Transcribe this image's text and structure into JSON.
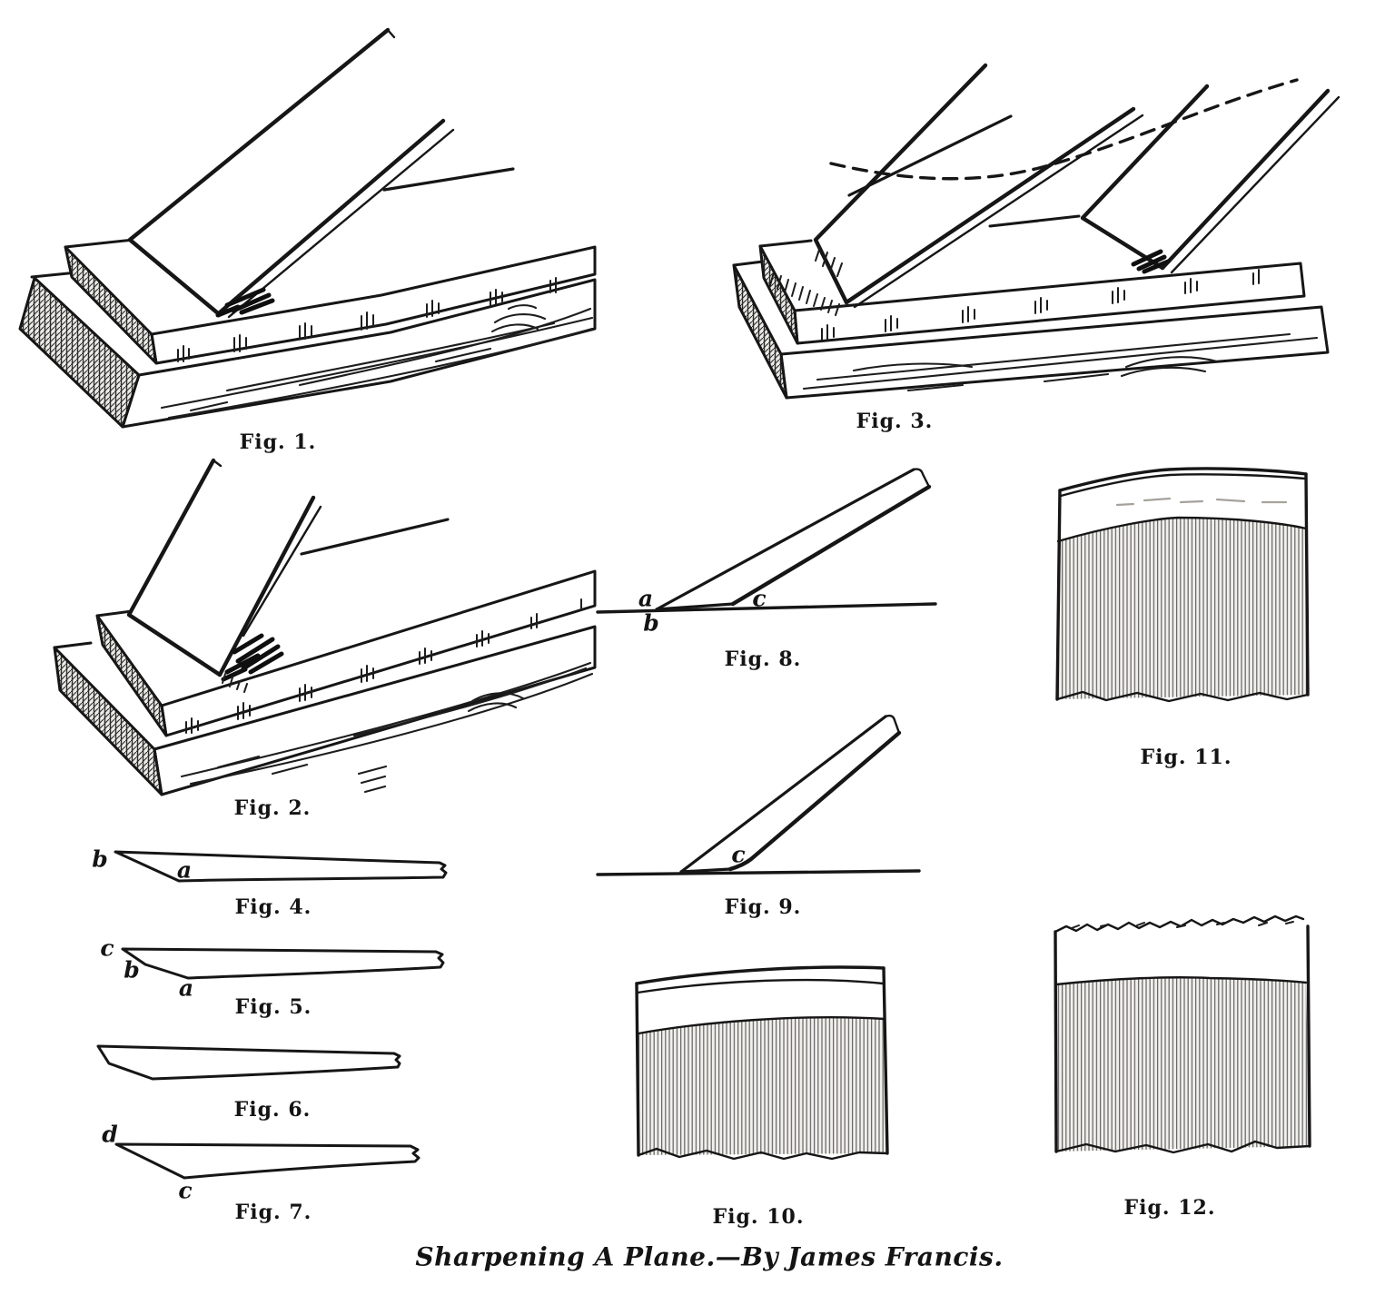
{
  "page": {
    "footer_caption": "Sharpening A Plane.—By James Francis."
  },
  "figures": [
    {
      "id": "fig1",
      "caption": "Fig. 1.",
      "labels": []
    },
    {
      "id": "fig2",
      "caption": "Fig. 2.",
      "labels": []
    },
    {
      "id": "fig3",
      "caption": "Fig. 3.",
      "labels": []
    },
    {
      "id": "fig4",
      "caption": "Fig. 4.",
      "labels": [
        "b",
        "a"
      ]
    },
    {
      "id": "fig5",
      "caption": "Fig. 5.",
      "labels": [
        "c",
        "b",
        "a"
      ]
    },
    {
      "id": "fig6",
      "caption": "Fig. 6.",
      "labels": []
    },
    {
      "id": "fig7",
      "caption": "Fig. 7.",
      "labels": [
        "d",
        "c"
      ]
    },
    {
      "id": "fig8",
      "caption": "Fig. 8.",
      "labels": [
        "a",
        "b",
        "c"
      ]
    },
    {
      "id": "fig9",
      "caption": "Fig. 9.",
      "labels": [
        "c"
      ]
    },
    {
      "id": "fig10",
      "caption": "Fig. 10.",
      "labels": []
    },
    {
      "id": "fig11",
      "caption": "Fig. 11.",
      "labels": []
    },
    {
      "id": "fig12",
      "caption": "Fig. 12.",
      "labels": []
    }
  ]
}
